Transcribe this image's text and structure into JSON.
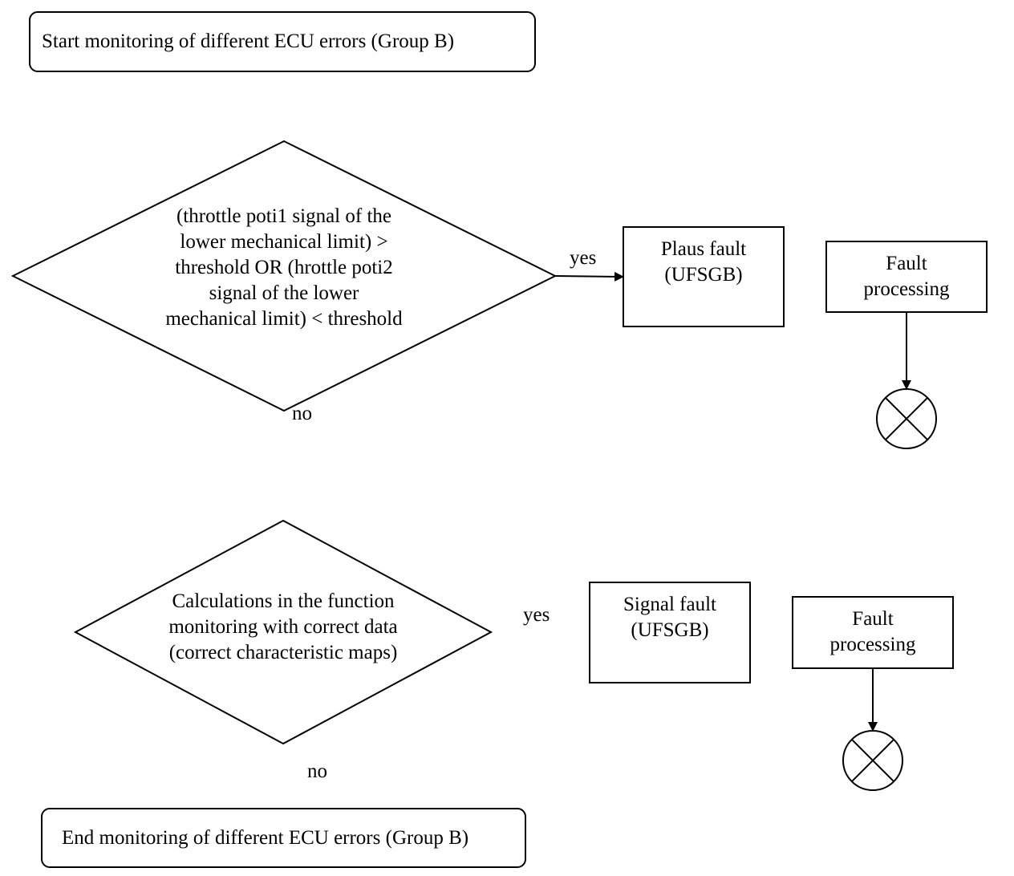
{
  "start": {
    "label": "Start monitoring of different ECU errors (Group B)"
  },
  "decision1": {
    "lines": [
      "(throttle poti1 signal of the",
      "lower mechanical limit) >",
      "threshold OR (hrottle poti2",
      "signal of the lower",
      "mechanical limit) < threshold"
    ],
    "yes_label": "yes",
    "no_label": "no"
  },
  "plaus_fault": {
    "lines": [
      "Plaus fault",
      "(UFSGB)"
    ]
  },
  "fault_processing_1": {
    "lines": [
      "Fault",
      "processing"
    ]
  },
  "decision2": {
    "lines": [
      "Calculations in the function",
      "monitoring with correct data",
      "(correct characteristic maps)"
    ],
    "yes_label": "yes",
    "no_label": "no"
  },
  "signal_fault": {
    "lines": [
      "Signal fault",
      "(UFSGB)"
    ]
  },
  "fault_processing_2": {
    "lines": [
      "Fault",
      "processing"
    ]
  },
  "end": {
    "label": "End monitoring of different ECU errors (Group B)"
  }
}
